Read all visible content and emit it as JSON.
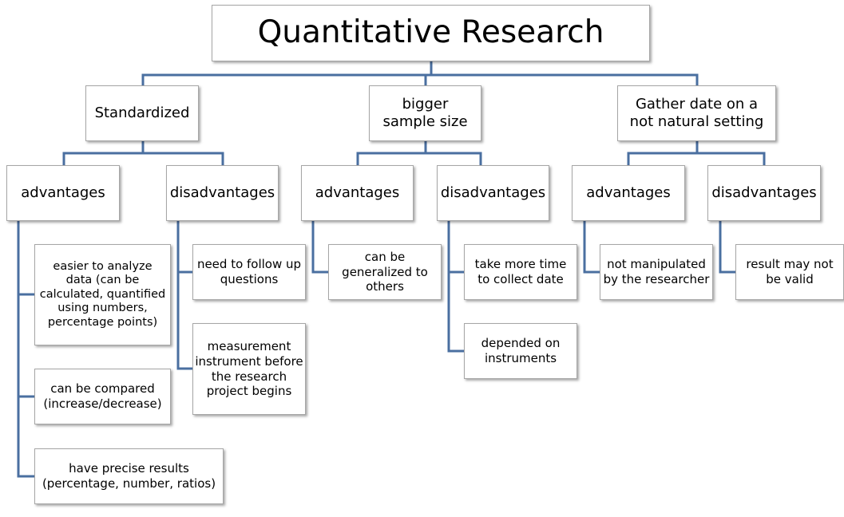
{
  "diagram": {
    "line_color": "#4a6fa0",
    "box_border_color": "#a6a6a6",
    "title": "Quantitative Research",
    "nodes": {
      "standardized": "Standardized",
      "bigger_sample_size": "bigger sample size",
      "gather_date": "Gather date on a not natural setting",
      "advantages_label": "advantages",
      "disadvantages_label": "disadvantages"
    },
    "leaves": {
      "standardized_adv_1": "easier to analyze data (can be calculated, quantified using numbers, percentage points)",
      "standardized_adv_2": "can be compared (increase/decrease)",
      "standardized_adv_3": "have precise results (percentage, number, ratios)",
      "standardized_dis_1": "need to follow up questions",
      "standardized_dis_2": "measurement instrument before the research project begins",
      "sample_adv_1": "can be generalized to others",
      "sample_dis_1": "take more time to collect date",
      "sample_dis_2": "depended on instruments",
      "setting_adv_1": "not manipulated by the researcher",
      "setting_dis_1": "result may not be valid"
    }
  }
}
